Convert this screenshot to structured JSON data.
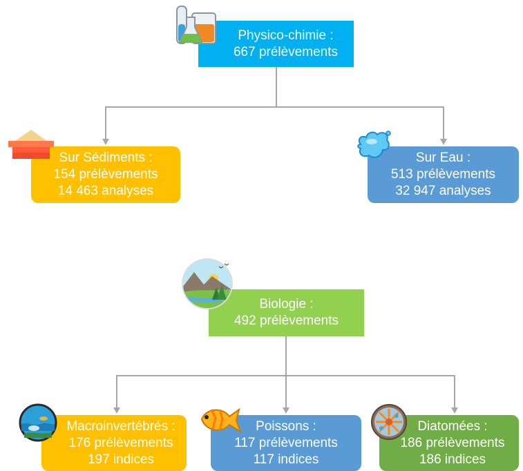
{
  "physico": {
    "title": "Physico-chimie :",
    "count": "667 prélèvements",
    "color": "#00b0f0",
    "icon": "lab-glassware-icon"
  },
  "sediments": {
    "title": "Sur Sédiments :",
    "count": "154 prélèvements",
    "analyses": "14 463 analyses",
    "color": "#ffc000",
    "icon": "sediment-layers-icon"
  },
  "eau": {
    "title": "Sur Eau :",
    "count": "513 prélèvements",
    "analyses": "32 947 analyses",
    "color": "#5b9bd5",
    "icon": "water-splash-icon"
  },
  "biologie": {
    "title": "Biologie :",
    "count": "492 prélèvements",
    "color": "#92d050",
    "icon": "landscape-icon"
  },
  "macro": {
    "title": "Macroinvertébrés :",
    "count": "176 prélèvements",
    "indices": "197 indices",
    "color": "#ffc000",
    "icon": "aquatic-invertebrates-icon"
  },
  "poissons": {
    "title": "Poissons :",
    "count": "117 prélèvements",
    "indices": "117 indices",
    "color": "#5b9bd5",
    "icon": "fish-icon"
  },
  "diatomees": {
    "title": "Diatomées :",
    "count": "186 prélèvements",
    "indices": "186 indices",
    "color": "#70ad47",
    "icon": "diatom-icon"
  }
}
